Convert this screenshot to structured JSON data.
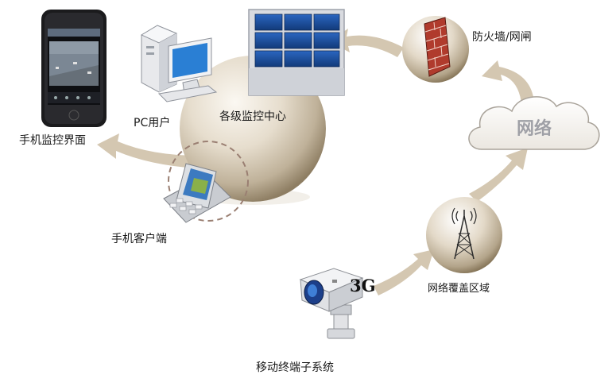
{
  "nodes": {
    "center": "各级监控中心",
    "pc_user": "PC用户",
    "phone_ui": "手机监控界面",
    "mobile_client": "手机客户端",
    "firewall": "防火墙/网闸",
    "network": "网络",
    "coverage": "网络覆盖区域",
    "camera_badge": "3G"
  },
  "caption": "移动终端子系统",
  "colors": {
    "arrow": "#d2c4ae",
    "sphere_light": "#f4efe6",
    "sphere_dark": "#9a8a70",
    "screen_blue": "#1f4f9c",
    "brick_red": "#a8352a"
  },
  "icons": [
    "phone-icon",
    "pc-icon",
    "video-wall-icon",
    "firewall-icon",
    "cloud-icon",
    "tower-icon",
    "camera-icon",
    "pda-icon"
  ]
}
